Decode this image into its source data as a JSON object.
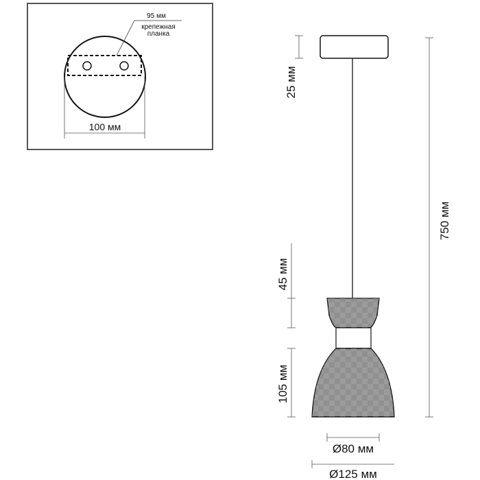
{
  "inset": {
    "bracket_width_label": "95 мм",
    "bracket_label_line1": "крепежная",
    "bracket_label_line2": "планка",
    "canopy_diameter_label": "100 мм"
  },
  "dimensions": {
    "canopy_height": "25 мм",
    "top_section_height": "45 мм",
    "shade_height": "105 мм",
    "total_height": "750 мм",
    "neck_diameter": "Ø80 мм",
    "shade_diameter": "Ø125 мм"
  },
  "colors": {
    "line": "#111111",
    "background": "#ffffff"
  }
}
